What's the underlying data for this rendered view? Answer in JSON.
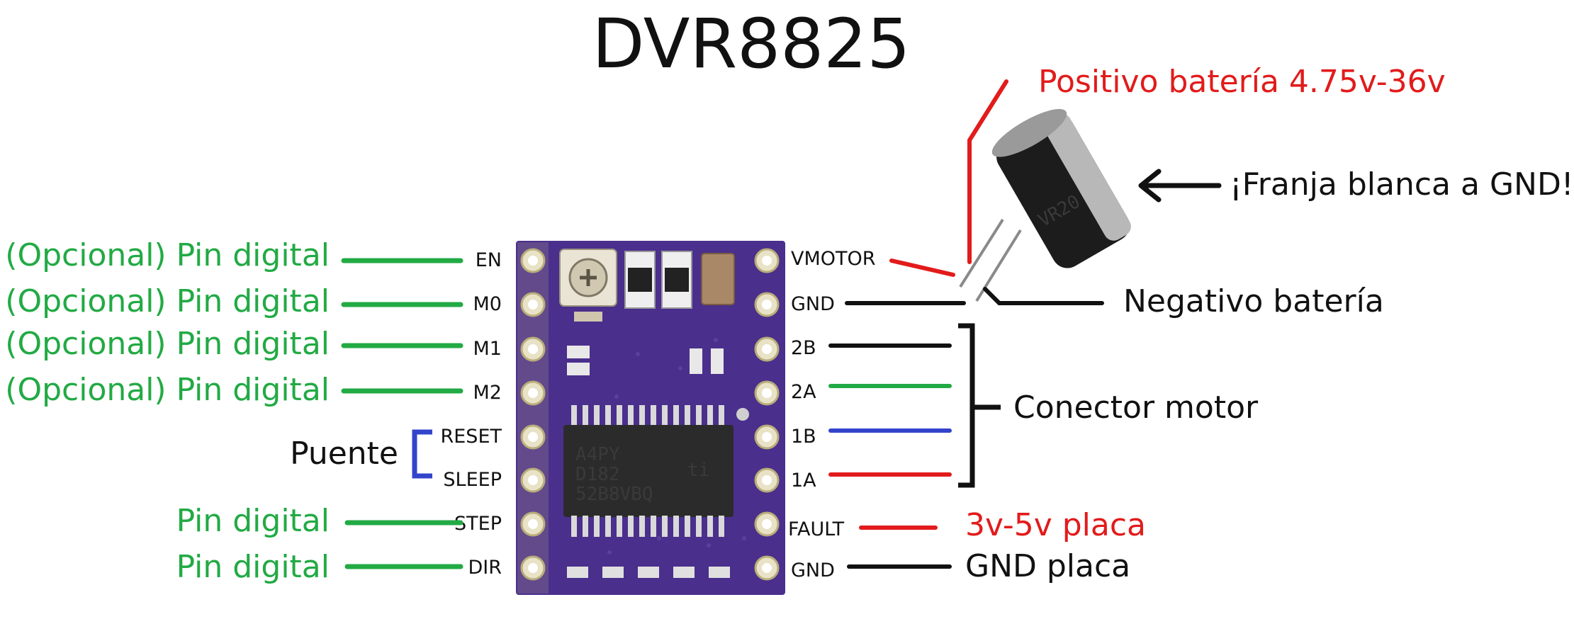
{
  "title": "DVR8825",
  "colors": {
    "green": "#22aa44",
    "red": "#e21b1b",
    "black": "#111111",
    "blue": "#3344cc",
    "board": "#4a2f8c"
  },
  "left_pins": [
    {
      "pin": "EN",
      "label": "(Opcional) Pin digital"
    },
    {
      "pin": "M0",
      "label": "(Opcional) Pin digital"
    },
    {
      "pin": "M1",
      "label": "(Opcional) Pin digital"
    },
    {
      "pin": "M2",
      "label": "(Opcional) Pin digital"
    },
    {
      "pin": "RESET",
      "label": ""
    },
    {
      "pin": "SLEEP",
      "label": ""
    },
    {
      "pin": "STEP",
      "label": "Pin digital"
    },
    {
      "pin": "DIR",
      "label": "Pin digital"
    }
  ],
  "bridge_label": "Puente",
  "right_pins": [
    "VMOTOR",
    "GND",
    "2B",
    "2A",
    "1B",
    "1A",
    "FAULT",
    "GND"
  ],
  "labels": {
    "positivo": "Positivo batería  4.75v-36v",
    "franja": "¡Franja blanca a GND!",
    "negativo": "Negativo batería",
    "motor": "Conector motor",
    "placa_v": "3v-5v placa",
    "placa_gnd": "GND placa"
  },
  "chip": {
    "line1": "A4PY",
    "line2": "D182",
    "line3": "52B8VBQ"
  },
  "capacitor_text": "VR20"
}
